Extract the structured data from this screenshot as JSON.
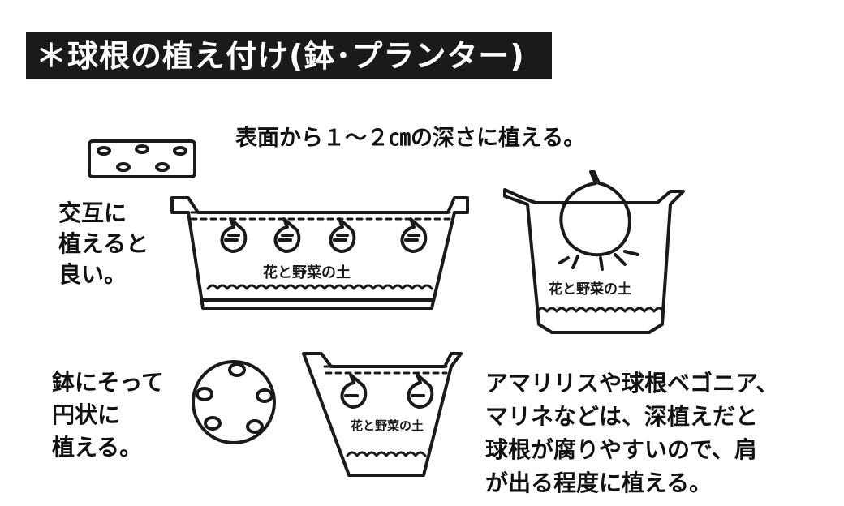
{
  "title": "＊球根の植え付け(鉢･プランター)",
  "instructions": {
    "depth": "表面から１～２㎝の深さに植える。",
    "alternate": "交互に\n植えると\n良い。",
    "circular": "鉢にそって\n円状に\n植える。",
    "shallow": "アマリリスや球根ベゴニア、\nマリネなどは、深植えだと\n球根が腐りやすいので、肩\nが出る程度に植える。"
  },
  "soil_labels": {
    "planter": "花と野菜の土",
    "pot_large": "花と野菜の土",
    "pot_small": "花と野菜の土"
  },
  "colors": {
    "ink": "#1a1a1a",
    "title_text": "#ffffff",
    "background": "#ffffff"
  }
}
